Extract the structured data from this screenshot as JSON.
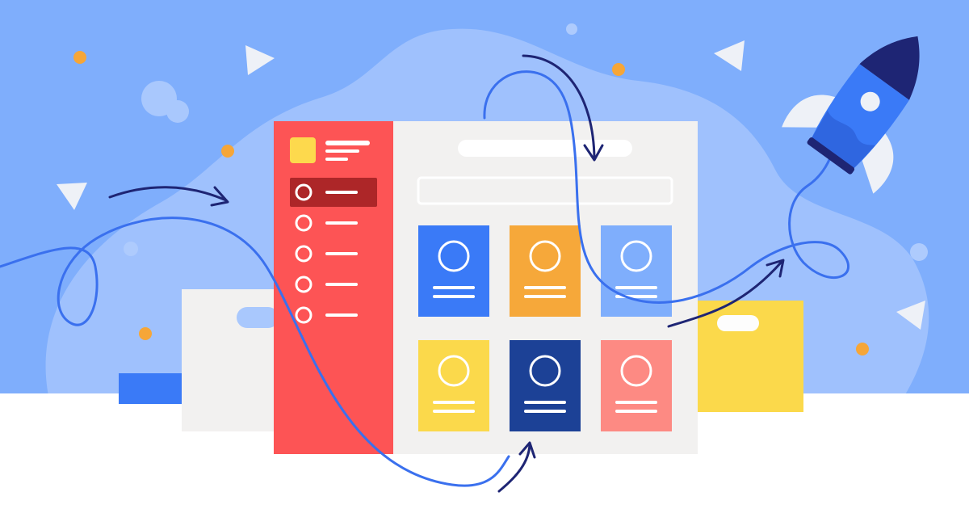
{
  "colors": {
    "sky": "#7faefc",
    "blob": "#9fc1fd",
    "ground": "#ffffff",
    "sidebar": "#fd5455",
    "sidebar_active": "#ad2628",
    "content_bg": "#f2f1f0",
    "logo": "#fdd94d",
    "dot": "#f6a638",
    "card_colors": [
      "#3a7af7",
      "#f6a83a",
      "#7faefc",
      "#fbd94b",
      "#1c4196",
      "#fd8a83"
    ],
    "curve": "#3a70ee",
    "arrow": "#1e2574",
    "rocket_body": "#3a7af7",
    "rocket_nose": "#1e2574",
    "rocket_fin": "#eef1f7"
  },
  "window": {
    "sidebar_item_count": 5,
    "active_sidebar_index": 0,
    "card_count": 6
  },
  "icons": [
    "rocket-icon",
    "arrow-icon",
    "triangle-icon",
    "dot-icon",
    "user-avatar-icon"
  ]
}
